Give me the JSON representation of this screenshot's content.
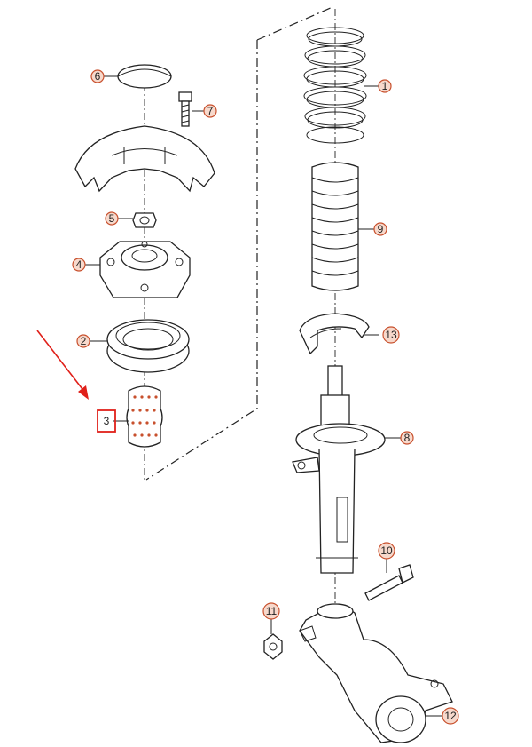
{
  "callouts": {
    "c1": "1",
    "c2": "2",
    "c3": "3",
    "c4": "4",
    "c5": "5",
    "c6": "6",
    "c7": "7",
    "c8": "8",
    "c9": "9",
    "c10": "10",
    "c11": "11",
    "c12": "12",
    "c13": "13"
  },
  "highlighted_callout": "3",
  "colors": {
    "callout_fill": "#f7d9cc",
    "callout_stroke": "#c8502d",
    "highlight": "#e0201a"
  }
}
